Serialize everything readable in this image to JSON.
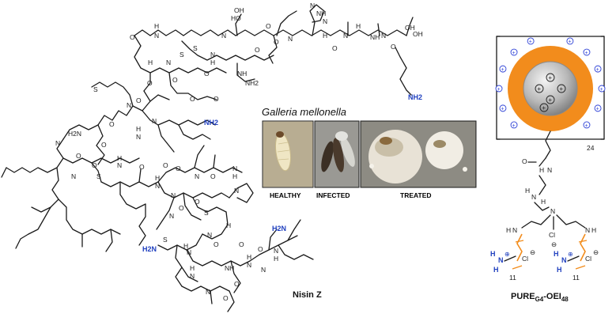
{
  "photos": {
    "title": "Galleria mellonella",
    "labels": [
      "HEALTHY",
      "INFECTED",
      "TREATED"
    ]
  },
  "nisin": {
    "name": "Nisin Z",
    "amine_labels": [
      "NH2",
      "NH2",
      "H2N",
      "H2N"
    ],
    "atom_labels": [
      "O",
      "H",
      "N",
      "S",
      "OH",
      "N",
      "N",
      "O",
      "NH",
      "H",
      "H",
      "HO",
      "O",
      "O",
      "N",
      "O",
      "NH",
      "N",
      "O",
      "OH",
      "N",
      "N",
      "O",
      "OH",
      "O",
      "N",
      "O",
      "N",
      "H",
      "NH",
      "S",
      "H",
      "N",
      "O",
      "O",
      "NH2",
      "O",
      "N",
      "S",
      "O",
      "N",
      "H",
      "H2N",
      "O",
      "N",
      "H",
      "N",
      "O",
      "O",
      "N",
      "S",
      "O",
      "O",
      "N",
      "H",
      "N",
      "O",
      "N",
      "O",
      "H",
      "N",
      "N",
      "O",
      "S",
      "O",
      "N",
      "O",
      "N",
      "H",
      "NH",
      "O",
      "H",
      "N",
      "N",
      "O",
      "N",
      "H",
      "N",
      "O",
      "S",
      "O",
      "N",
      "H",
      "N",
      "H"
    ]
  },
  "nanoparticle": {
    "name": "PURE",
    "subscript_a": "G4",
    "mid": "-OEI",
    "subscript_b": "48",
    "count": "24",
    "inner_charges": 5,
    "outer_charges": 16,
    "counterion": "Cl",
    "repeat": "11",
    "atoms": [
      "O",
      "N",
      "H",
      "N",
      "H",
      "N",
      "H",
      "N",
      "N",
      "N",
      "H",
      "H",
      "H",
      "H",
      "H"
    ]
  },
  "colors": {
    "shell": "#f28c1c",
    "core": "#a9a9a9",
    "charge": "#2b3fd6",
    "amine": "#1f3fbf",
    "orange_bond": "#f28c1c"
  }
}
